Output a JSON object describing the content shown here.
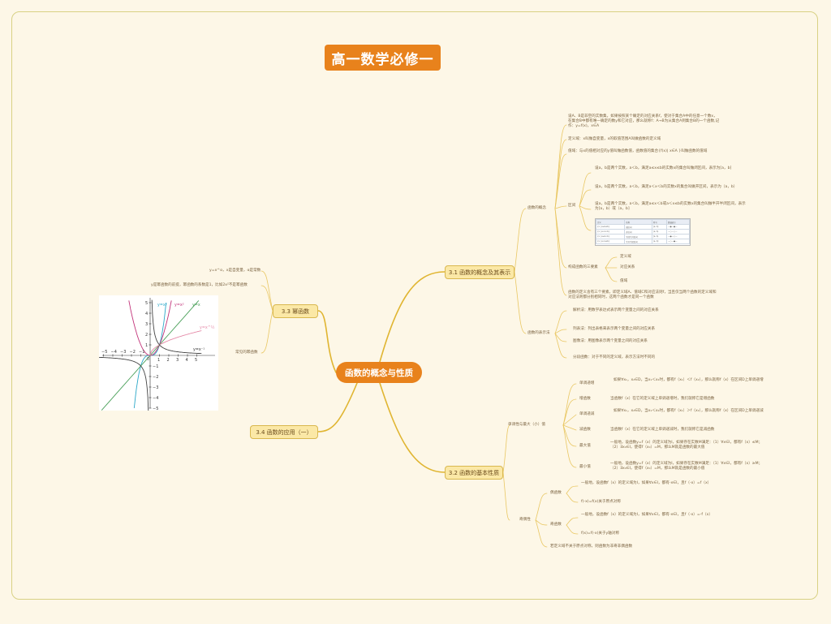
{
  "title": "高一数学必修一",
  "center": "函数的概念与性质",
  "branches": {
    "b31": "3.1 函数的概念及其表示",
    "b32": "3.2 函数的基本性质",
    "b33": "3.3 幂函数",
    "b34": "3.4 函数的应用（一）"
  },
  "b31": {
    "concept": "函数的概念",
    "def": "设A、B是非空的实数集，如果按照某个确定的对应关系f，使对于集合A中的任意一个数x，在集合B中都有唯一确定的数y和它对应，那么就称f：A→B为从集合A到集合B的一个函数,记作：y=f(x)，x∈A",
    "domain": "定义域：x叫做自变量，x的取值范围A叫做函数的定义域",
    "range": "值域：与x的值相对应的y值叫做函数值，函数值的集合{f(x)| x∈A }叫做函数的值域",
    "interval": "区间",
    "iv1": "设a，b是两个实数，a＜b，满足a≤x≤b的实数x的集合叫做闭区间，表示为[a，b]",
    "iv2": "设a，b是两个实数，a＜b，满足a＜x＜b的实数x的集合叫做开区间，表示为（a，b）",
    "iv3": "设a，b是两个实数，a＜b，满足a≤x＜b或a＜x≤b的实数x的集合叫做半开半闭区间，表示为[a，b）或（a，b]",
    "elements": "构成函数的三要素",
    "el1": "定义域",
    "el2": "对应关系",
    "el3": "值域",
    "same": "函数的定义含有三个要素，即定义域A、值域C和对应法则f，当且仅当两个函数的定义域和对应法则都分别相同时，这两个函数才是同一个函数",
    "repr": "函数的表示法",
    "r1": "解析法：用数学表达式表示两个变量之间的对应关系",
    "r2": "列表法：列出表格来表示两个变量之间的对应关系",
    "r3": "图像法：用图像表示两个变量之间的对应关系",
    "r4": "分段函数：对于不同的定义域，表示方法时不同的"
  },
  "table_rows": [
    [
      "定义",
      "名称",
      "符号",
      "数轴表示"
    ],
    [
      "{x | a≤x≤b}",
      "闭区间",
      "[a, b]",
      ""
    ],
    [
      "{x | a<x<b}",
      "开区间",
      "(a, b)",
      ""
    ],
    [
      "{x | a≤x<b}",
      "半闭半开区间",
      "[a, b)",
      ""
    ],
    [
      "{x | a<x≤b}",
      "半开半闭区间",
      "(a, b]",
      ""
    ]
  ],
  "b32": {
    "mono": "单调性与最大（小）值",
    "inc": "单调递增",
    "inc_t": "如果∀x₁，x₂∈D，当x₁＜x₂时，都有f（x₁）＜f（x₂），那么就称f（x）在区间D上单调递增",
    "incf": "增函数",
    "incf_t": "当函数f（x）在它的定义域上单调递增时，我们就称它是增函数",
    "dec": "单调递减",
    "dec_t": "如果∀x₁，x₂∈D，当x₁＜x₂时，都有f（x₁）＞f（x₂），那么就称f（x）在区间D上单调递减",
    "decf": "减函数",
    "decf_t": "当函数f（x）在它的定义域上单调递减时，我们就称它是减函数",
    "max": "最大值",
    "max_t": "一般地，设函数y=f（x）的定义域为I，如果存在实数M满足：（1）∀x∈I，都有f（x）≤M；（2）∃x₀∈I，使得f（x₀）=M，那么M就是函数的最大值",
    "min": "最小值",
    "min_t": "一般地，设函数y=f（x）的定义域为I，如果存在实数M满足：（1）∀x∈I，都有f（x）≥M；（2）∃x₀∈I，使得f（x₀）=M，那么M就是函数的最小值",
    "parity": "奇偶性",
    "even": "偶函数",
    "even_t": "一般地，设函数f（x）的定义域为I，如果∀x∈I，都有-x∈I，且f（-x）=f（x）",
    "even_s": "f(-x)=f(x)关于原点对称",
    "odd": "奇函数",
    "odd_t": "一般地，设函数f（x）的定义域为I，如果∀x∈I，都有-x∈I，且f（-x）=-f（x）",
    "odd_s": "f(x)=f(-x)关于y轴对称",
    "nonsym": "若定义域不关于原点对称，则函数为非奇非偶函数"
  },
  "b33": {
    "def": "y=x^α，x是自变量，α是常数",
    "note": "y是幂函数的前提，幂函数的系数是1，比如2x²不是幂函数",
    "common": "常见的幂函数"
  },
  "graph": {
    "labels": [
      "y=x³",
      "y=x²",
      "y=x",
      "y=x^½",
      "y=x⁻¹"
    ],
    "xticks": [
      "−5",
      "−4",
      "−3",
      "−2",
      "−1",
      "1",
      "2",
      "3",
      "4",
      "5"
    ],
    "yticks": [
      "5",
      "4",
      "3",
      "2",
      "1",
      "−1",
      "−2",
      "−3",
      "−4",
      "−5"
    ],
    "origin": "0"
  }
}
